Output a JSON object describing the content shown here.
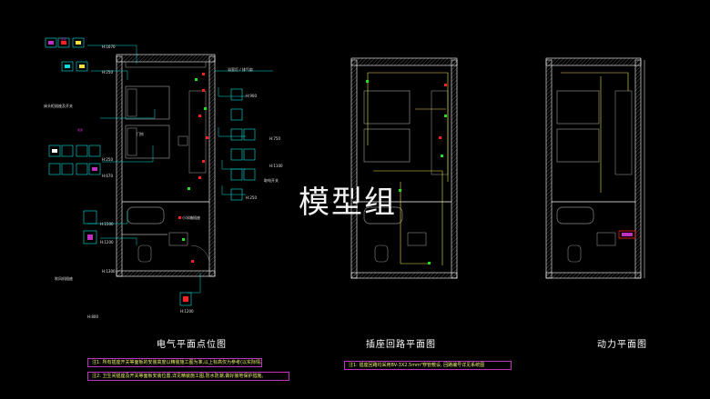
{
  "drawings": {
    "plan1_title": "电气平面点位图",
    "plan2_title": "插座回路平面图",
    "plan3_title": "动力平面图"
  },
  "notes": {
    "note1": "注1: 所有插座开关等面板的安装高度以精装施工图为准,以上标高仅为参考(以实际情况调整)",
    "note2": "注2: 卫生间插座及开关等面板安装位置,详见精装施工图,防水防潮,做好接地保护措施。",
    "note3": "注1: 插座回路均采用BV-3X2.5mm²穿管敷设, 回路编号详见系统图"
  },
  "heights": [
    "H:1670",
    "H:250",
    "H:900",
    "H:750",
    "H:250",
    "H:670",
    "H:1100",
    "H:250",
    "H:1500",
    "H:1200",
    "H:1300",
    "H:1200",
    "H:800"
  ],
  "labels": {
    "bath_light": "浴室灯 / 排气扇",
    "desk_socket": "床头柜插座及开关",
    "door_bell": "门铃",
    "card_switch": "取电开关",
    "mini_bar": "小冰箱插座",
    "hair_dryer": "吹风机插座"
  },
  "watermark": "模型组",
  "colors": {
    "background": "#000000",
    "wall": "#ffffff",
    "cyan": "#00e0e0",
    "yellow": "#f0e040",
    "red": "#ff2020",
    "green": "#20e020",
    "magenta": "#c030c0",
    "grey": "#8a8a8a"
  }
}
